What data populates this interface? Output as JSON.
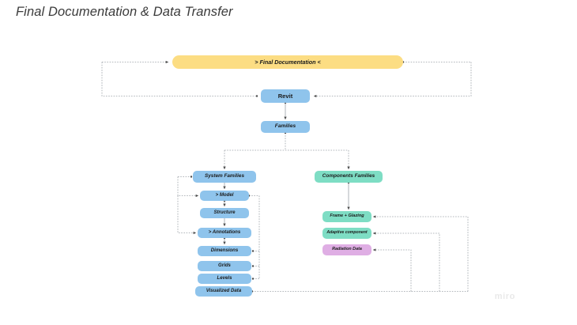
{
  "board": {
    "title": "Final Documentation & Data Transfer",
    "watermark": "miro",
    "background_color": "#ffffff"
  },
  "palette": {
    "blue": "#8fc4ec",
    "yellow": "#fcdd83",
    "teal": "#7eddc4",
    "purple": "#dfaee4",
    "connector": "#9aa0a6",
    "text": "#1b1b1b"
  },
  "diagram": {
    "type": "flowchart",
    "nodes": {
      "final_documentation": {
        "label": "> Final Documentation <",
        "color": "yellow"
      },
      "revit": {
        "label": "Revit",
        "color": "blue"
      },
      "families": {
        "label": "Families",
        "color": "blue"
      },
      "system_families": {
        "label": "System Families",
        "color": "blue"
      },
      "model": {
        "label": "> Model",
        "color": "blue"
      },
      "structure": {
        "label": "Structure",
        "color": "blue"
      },
      "annotations": {
        "label": "> Annotations",
        "color": "blue"
      },
      "dimensions": {
        "label": "Dimensions",
        "color": "blue"
      },
      "grids": {
        "label": "Grids",
        "color": "blue"
      },
      "levels": {
        "label": "Levels",
        "color": "blue"
      },
      "visualized_data": {
        "label": "Visualized Data",
        "color": "blue"
      },
      "components_families": {
        "label": "Components Families",
        "color": "teal"
      },
      "frame_glazing": {
        "label": "Frame + Glazing",
        "color": "teal"
      },
      "adaptive_component": {
        "label": "Adaptive component",
        "color": "teal"
      },
      "radiation_data": {
        "label": "Radiation Data",
        "color": "purple"
      }
    },
    "edges": [
      {
        "from": "final_documentation",
        "to": "revit",
        "style": "dotted",
        "side": "left-loop"
      },
      {
        "from": "final_documentation",
        "to": "revit",
        "style": "dotted",
        "side": "right-loop"
      },
      {
        "from": "revit",
        "to": "families",
        "style": "solid"
      },
      {
        "from": "families",
        "to": "system_families",
        "style": "dotted"
      },
      {
        "from": "families",
        "to": "components_families",
        "style": "dotted"
      },
      {
        "from": "system_families",
        "to": "model",
        "style": "solid"
      },
      {
        "from": "model",
        "to": "structure",
        "style": "solid"
      },
      {
        "from": "model",
        "to": "annotations",
        "style": "solid"
      },
      {
        "from": "annotations",
        "to": "dimensions",
        "style": "solid"
      },
      {
        "from": "model",
        "to": "system_families",
        "style": "dotted",
        "side": "feedback"
      },
      {
        "from": "annotations",
        "to": "model",
        "style": "dotted",
        "side": "feedback"
      },
      {
        "from": "dimensions",
        "to": "model",
        "style": "dotted",
        "side": "feedback"
      },
      {
        "from": "grids",
        "to": "model",
        "style": "dotted",
        "side": "feedback"
      },
      {
        "from": "levels",
        "to": "model",
        "style": "dotted",
        "side": "feedback"
      },
      {
        "from": "components_families",
        "to": "frame_glazing",
        "style": "solid"
      },
      {
        "from": "visualized_data",
        "to": "frame_glazing",
        "style": "dotted",
        "side": "feedback"
      },
      {
        "from": "visualized_data",
        "to": "adaptive_component",
        "style": "dotted",
        "side": "feedback"
      },
      {
        "from": "visualized_data",
        "to": "radiation_data",
        "style": "dotted",
        "side": "feedback"
      }
    ]
  }
}
